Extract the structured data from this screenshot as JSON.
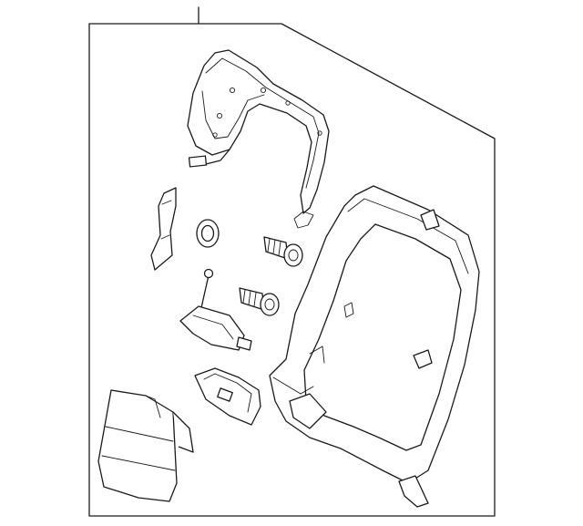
{
  "diagram": {
    "callouts": [],
    "parts": [
      {
        "id": "frame-border",
        "name": "assembly-boundary"
      },
      {
        "id": "headrest-frame",
        "name": "upper-frame-with-harness"
      },
      {
        "id": "bracket-strip",
        "name": "bracket"
      },
      {
        "id": "washer",
        "name": "washer"
      },
      {
        "id": "bolt-1",
        "name": "bolt"
      },
      {
        "id": "bolt-2",
        "name": "bolt"
      },
      {
        "id": "recliner-lever",
        "name": "lever"
      },
      {
        "id": "clip-bracket",
        "name": "clip"
      },
      {
        "id": "side-panel",
        "name": "side-panel"
      },
      {
        "id": "seatback-frame",
        "name": "seatback-frame"
      }
    ]
  }
}
